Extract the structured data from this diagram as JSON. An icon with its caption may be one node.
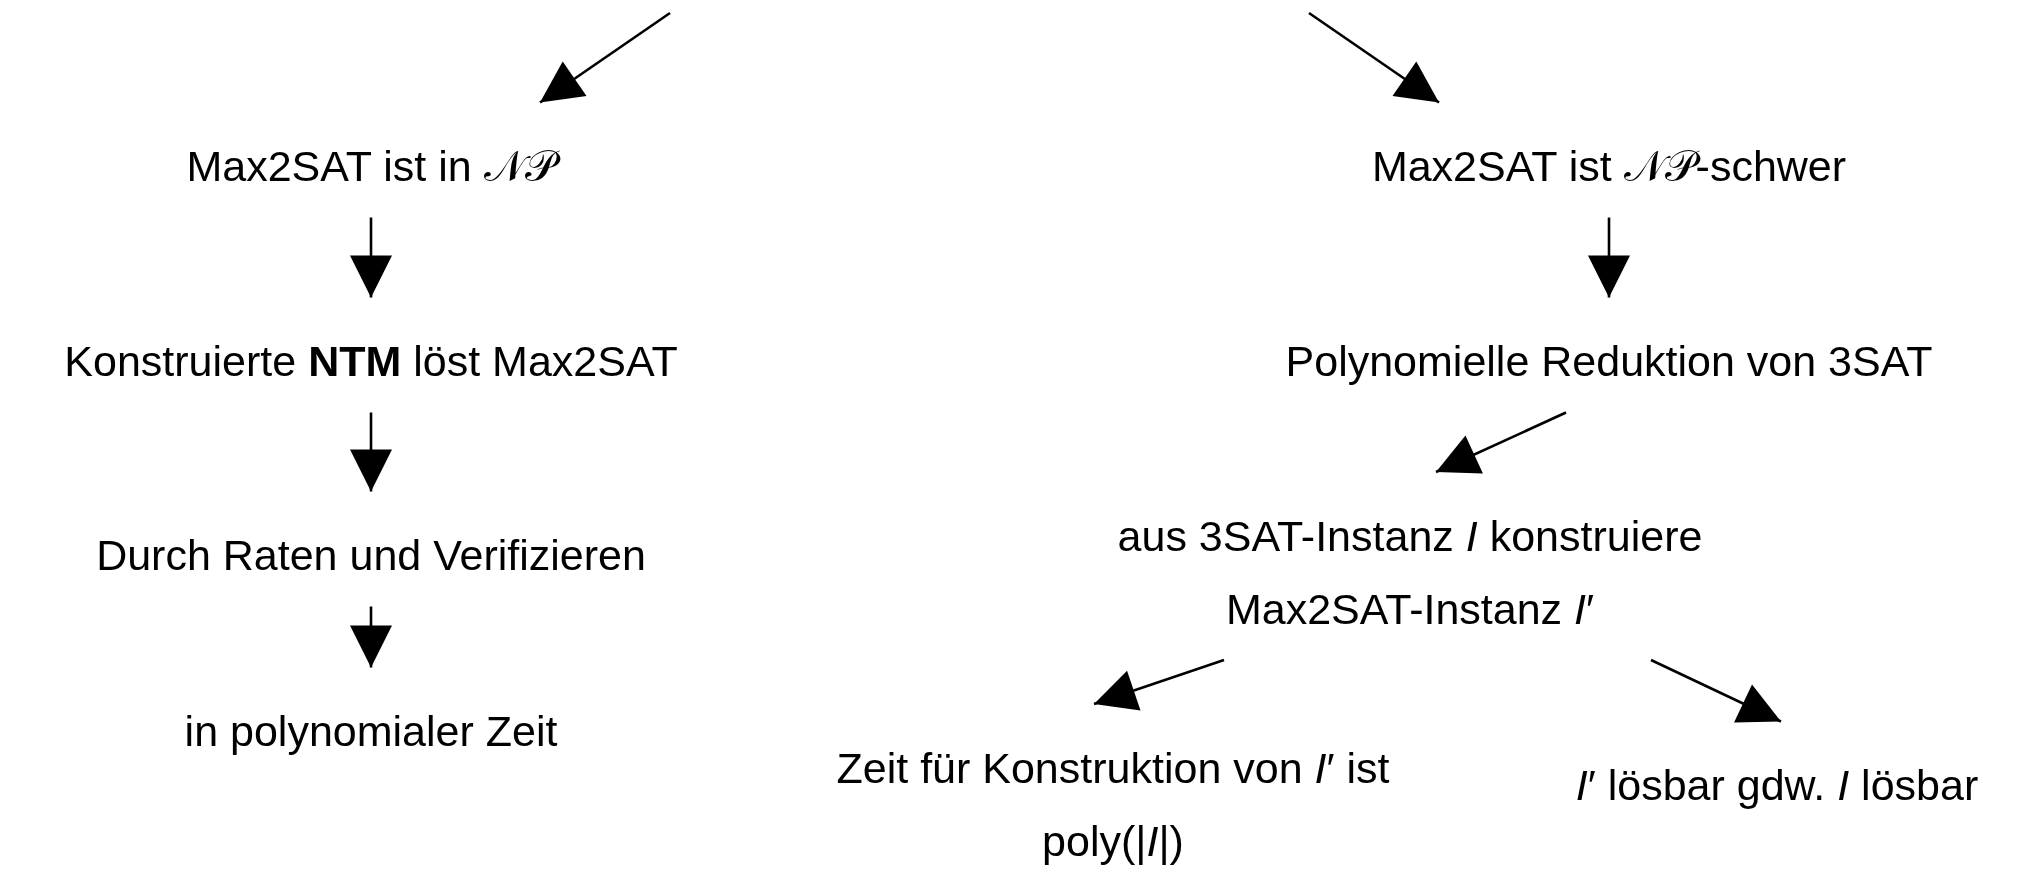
{
  "diagram": {
    "nodes": [
      {
        "text": [
          "Max2SAT ist in 𝒩𝒫"
        ]
      },
      {
        "text": [
          "Max2SAT ist 𝒩𝒫-schwer"
        ]
      },
      {
        "text": [
          "Konstruierte **NTM** löst Max2SAT"
        ]
      },
      {
        "text": [
          "Polynomielle Reduktion von 3SAT"
        ]
      },
      {
        "text": [
          "Durch Raten und Verifizieren"
        ]
      },
      {
        "text": [
          "aus 3SAT-Instanz *I* konstruiere Max2SAT-Instanz *I*′"
        ]
      },
      {
        "text": [
          "in polynomialer Zeit"
        ]
      },
      {
        "text": [
          "Zeit für Konstruktion von *I*′ ist poly(|*I*|)"
        ]
      },
      {
        "text": [
          "*I*′ lösbar gdw. *I* lösbar"
        ]
      }
    ],
    "edges": [
      {
        "from": null,
        "to": 0,
        "arrow": "to"
      },
      {
        "from": null,
        "to": 1,
        "arrow": "to"
      },
      {
        "from": 0,
        "to": 2,
        "arrow": "to"
      },
      {
        "from": 1,
        "to": 3,
        "arrow": "to"
      },
      {
        "from": 2,
        "to": 4,
        "arrow": "to"
      },
      {
        "from": 3,
        "to": 5,
        "arrow": "to"
      },
      {
        "from": 4,
        "to": 6,
        "arrow": "to"
      },
      {
        "from": 5,
        "to": 7,
        "arrow": "to"
      },
      {
        "from": 5,
        "to": 8,
        "arrow": "to"
      }
    ]
  }
}
